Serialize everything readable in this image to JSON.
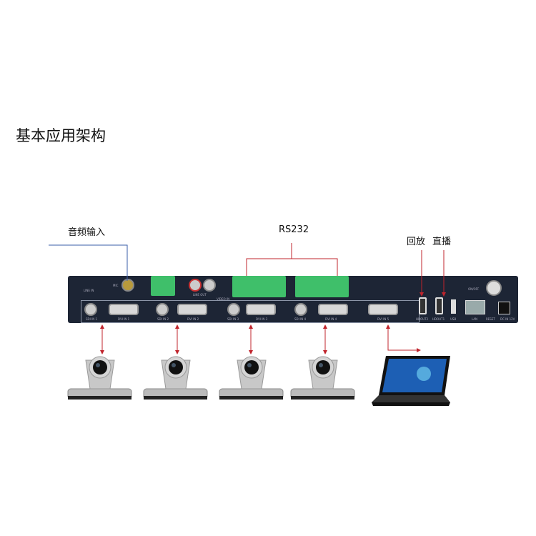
{
  "title": "基本应用架构",
  "labels": {
    "audio_in": "音频输入",
    "rs232": "RS232",
    "playback": "回放",
    "live": "直播"
  },
  "panel_ports": {
    "line_in": "LINE IN",
    "mic": "MIC",
    "line_out": "LINE OUT",
    "video_in": "VIDEO IN",
    "inputs": [
      "SDI IN 1",
      "DVI IN 1",
      "SDI IN 2",
      "DVI IN 2",
      "SDI IN 3",
      "DVI IN 3",
      "SDI IN 4",
      "DVI IN 4",
      "DVI IN 5"
    ],
    "hdout2": "HDOUT2",
    "hdout1": "HDOUT1",
    "usb": "USB",
    "lan": "LAN",
    "reset": "RESET",
    "dc": "DC IN 12V",
    "power": "ON/OFF"
  },
  "colors": {
    "arrow": "#c0242c",
    "audio_line": "#3a5ca8",
    "panel": "#1d2535",
    "terminal": "#3fbf6a"
  }
}
